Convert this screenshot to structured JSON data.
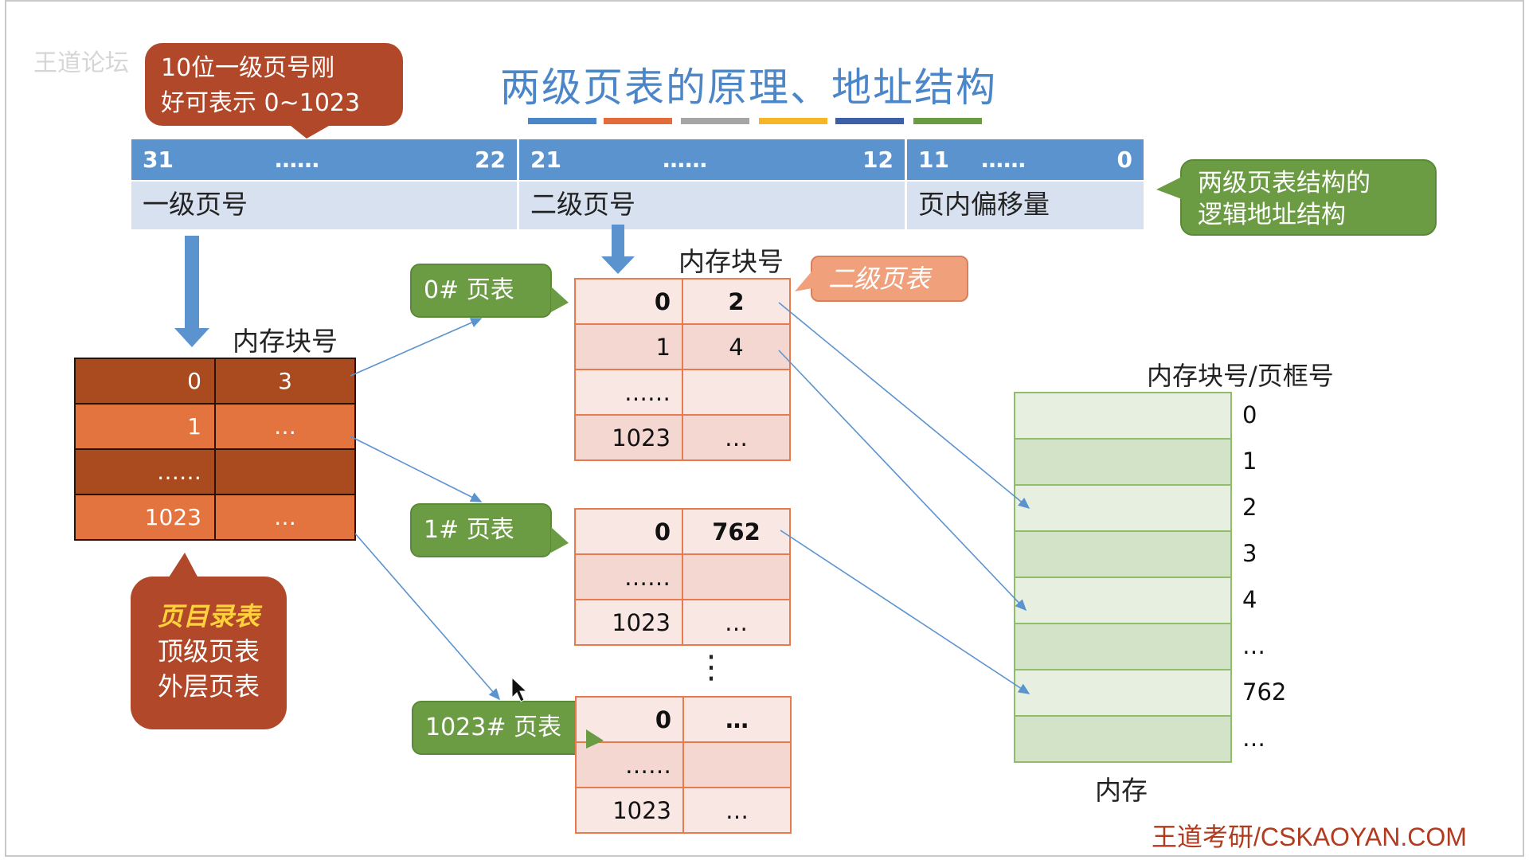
{
  "title": "两级页表的原理、地址结构",
  "watermark": "王道论坛",
  "colorbar_colors": [
    "#4a86c8",
    "#e46c3a",
    "#a5a5a5",
    "#f5b526",
    "#3d5fa8",
    "#6b9b43"
  ],
  "address": {
    "segments": [
      {
        "high": "31",
        "dots": "……",
        "low": "22",
        "label": "一级页号"
      },
      {
        "high": "21",
        "dots": "……",
        "low": "12",
        "label": "二级页号"
      },
      {
        "high": "11",
        "dots": "……",
        "low": "0",
        "label": "页内偏移量"
      }
    ]
  },
  "callouts": {
    "top_left": {
      "line1": "10位一级页号刚",
      "line2": "好可表示 0~1023"
    },
    "logical": {
      "line1": "两级页表结构的",
      "line2": "逻辑地址结构"
    },
    "second_level": "二级页表",
    "directory": {
      "line1": "页目录表",
      "line2": "顶级页表",
      "line3": "外层页表"
    },
    "pt0": "0# 页表",
    "pt1": "1# 页表",
    "pt1023": "1023# 页表"
  },
  "labels": {
    "block_no_dir": "内存块号",
    "block_no_sec": "内存块号",
    "frame_header": "内存块号/页框号",
    "memory": "内存",
    "vdots": "⋮"
  },
  "directory_table": [
    {
      "idx": "0",
      "val": "3"
    },
    {
      "idx": "1",
      "val": "…"
    },
    {
      "idx": "……",
      "val": ""
    },
    {
      "idx": "1023",
      "val": "…"
    }
  ],
  "page_table_0": [
    {
      "idx": "0",
      "val": "2"
    },
    {
      "idx": "1",
      "val": "4"
    },
    {
      "idx": "……",
      "val": ""
    },
    {
      "idx": "1023",
      "val": "…"
    }
  ],
  "page_table_1": [
    {
      "idx": "0",
      "val": "762"
    },
    {
      "idx": "……",
      "val": ""
    },
    {
      "idx": "1023",
      "val": "…"
    }
  ],
  "page_table_1023": [
    {
      "idx": "0",
      "val": "…"
    },
    {
      "idx": "……",
      "val": ""
    },
    {
      "idx": "1023",
      "val": "…"
    }
  ],
  "memory_frames": [
    "0",
    "1",
    "2",
    "3",
    "4",
    "…",
    "762",
    "…"
  ],
  "footer": "王道考研/CSKAOYAN.COM"
}
